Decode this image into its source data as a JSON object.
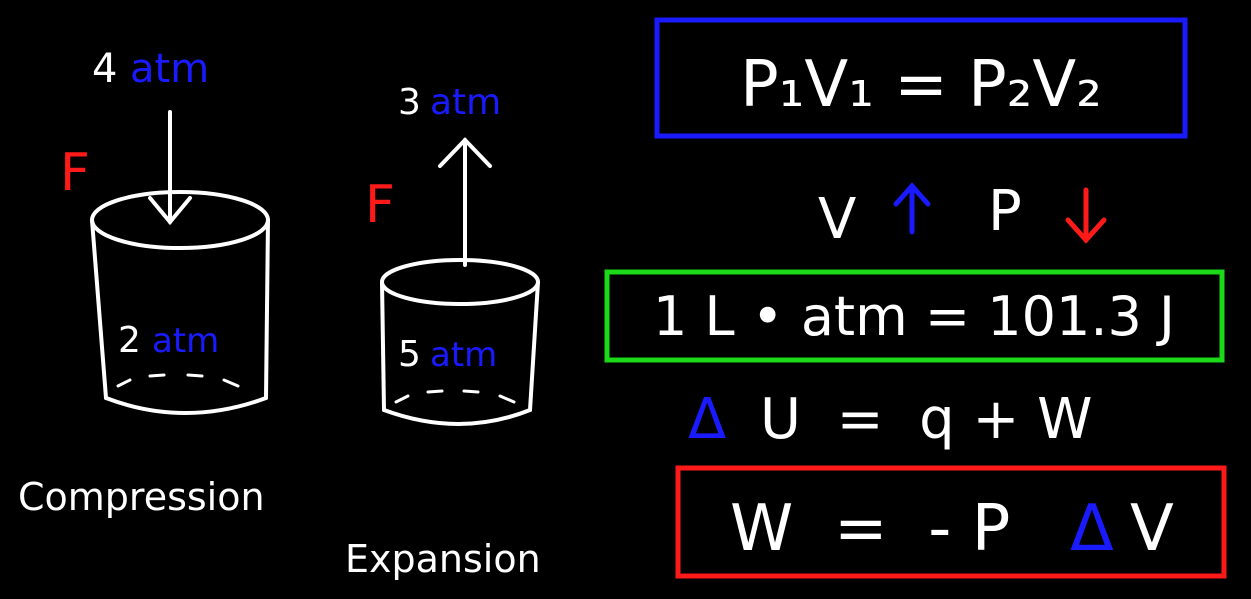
{
  "colors": {
    "background": "#000000",
    "ink": "#ffffff",
    "blue": "#1a1aff",
    "red": "#ff1a1a",
    "green": "#19d919"
  },
  "compression": {
    "force_label": "F",
    "outside_value": "4",
    "outside_unit": "atm",
    "inside_value": "2",
    "inside_unit": "atm",
    "caption": "Compression"
  },
  "expansion": {
    "force_label": "F",
    "outside_value": "3",
    "outside_unit": "atm",
    "inside_value": "5",
    "inside_unit": "atm",
    "caption": "Expansion"
  },
  "equations": {
    "boyle": "P₁V₁ = P₂V₂",
    "trend_v": "V",
    "trend_p": "P",
    "conversion": "1 L • atm = 101.3 J",
    "first_law_delta": "Δ",
    "first_law_rest": "U  =  q + W",
    "work_left": "W  =  - P",
    "work_delta": "Δ",
    "work_right": "V"
  }
}
